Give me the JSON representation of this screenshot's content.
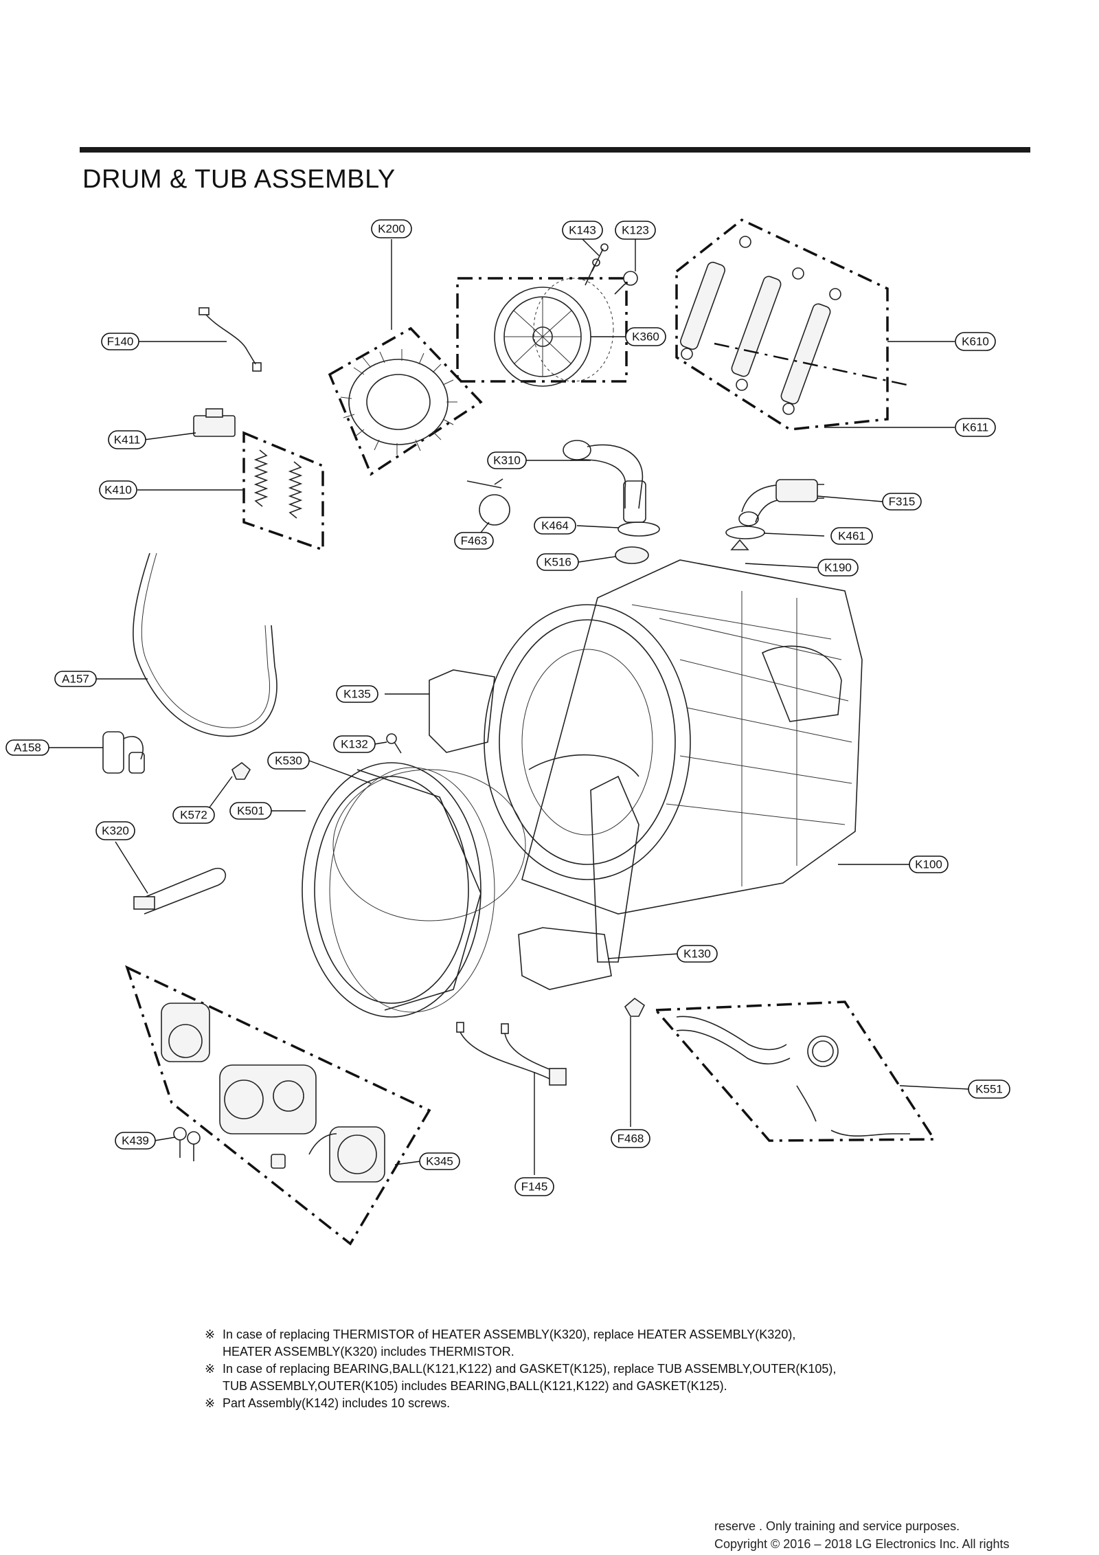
{
  "title": "DRUM & TUB ASSEMBLY",
  "labels": [
    {
      "id": "K200"
    },
    {
      "id": "K143"
    },
    {
      "id": "K123"
    },
    {
      "id": "K360"
    },
    {
      "id": "K610"
    },
    {
      "id": "K611"
    },
    {
      "id": "F140"
    },
    {
      "id": "K411"
    },
    {
      "id": "K410"
    },
    {
      "id": "K310"
    },
    {
      "id": "F315"
    },
    {
      "id": "K464"
    },
    {
      "id": "K461"
    },
    {
      "id": "F463"
    },
    {
      "id": "K516"
    },
    {
      "id": "K190"
    },
    {
      "id": "A157"
    },
    {
      "id": "K135"
    },
    {
      "id": "K132"
    },
    {
      "id": "A158"
    },
    {
      "id": "K530"
    },
    {
      "id": "K572"
    },
    {
      "id": "K501"
    },
    {
      "id": "K320"
    },
    {
      "id": "K100"
    },
    {
      "id": "K130"
    },
    {
      "id": "K551"
    },
    {
      "id": "K439"
    },
    {
      "id": "K345"
    },
    {
      "id": "F468"
    },
    {
      "id": "F145"
    }
  ],
  "notes": [
    {
      "mark": "※",
      "line1": "In case of replacing THERMISTOR of HEATER ASSEMBLY(K320), replace HEATER ASSEMBLY(K320),",
      "line2": "HEATER ASSEMBLY(K320) includes THERMISTOR."
    },
    {
      "mark": "※",
      "line1": "In case of replacing BEARING,BALL(K121,K122) and GASKET(K125), replace TUB ASSEMBLY,OUTER(K105),",
      "line2": "TUB ASSEMBLY,OUTER(K105) includes BEARING,BALL(K121,K122) and GASKET(K125)."
    },
    {
      "mark": "※",
      "line1": "Part Assembly(K142) includes 10 screws.",
      "line2": ""
    }
  ],
  "footer": {
    "line1": "reserve  . Only training and service purposes.",
    "line2": "Copyright © 2016 – 2018 LG Electronics Inc. All rights"
  }
}
